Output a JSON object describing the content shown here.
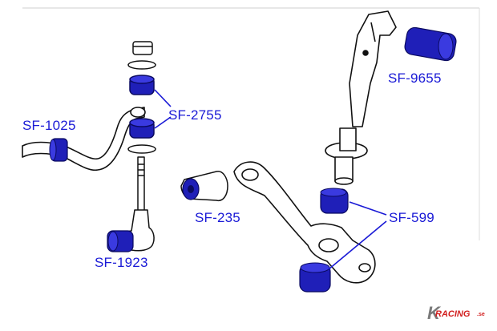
{
  "diagram": {
    "accent_color": "#1a1ad6",
    "part_labels": {
      "sf_1025": "SF-1025",
      "sf_2755": "SF-2755",
      "sf_9655": "SF-9655",
      "sf_235": "SF-235",
      "sf_599": "SF-599",
      "sf_1923": "SF-1923"
    }
  },
  "watermark": {
    "logo_mark": "K",
    "logo_word": "RACING",
    "logo_tld": ".se"
  }
}
